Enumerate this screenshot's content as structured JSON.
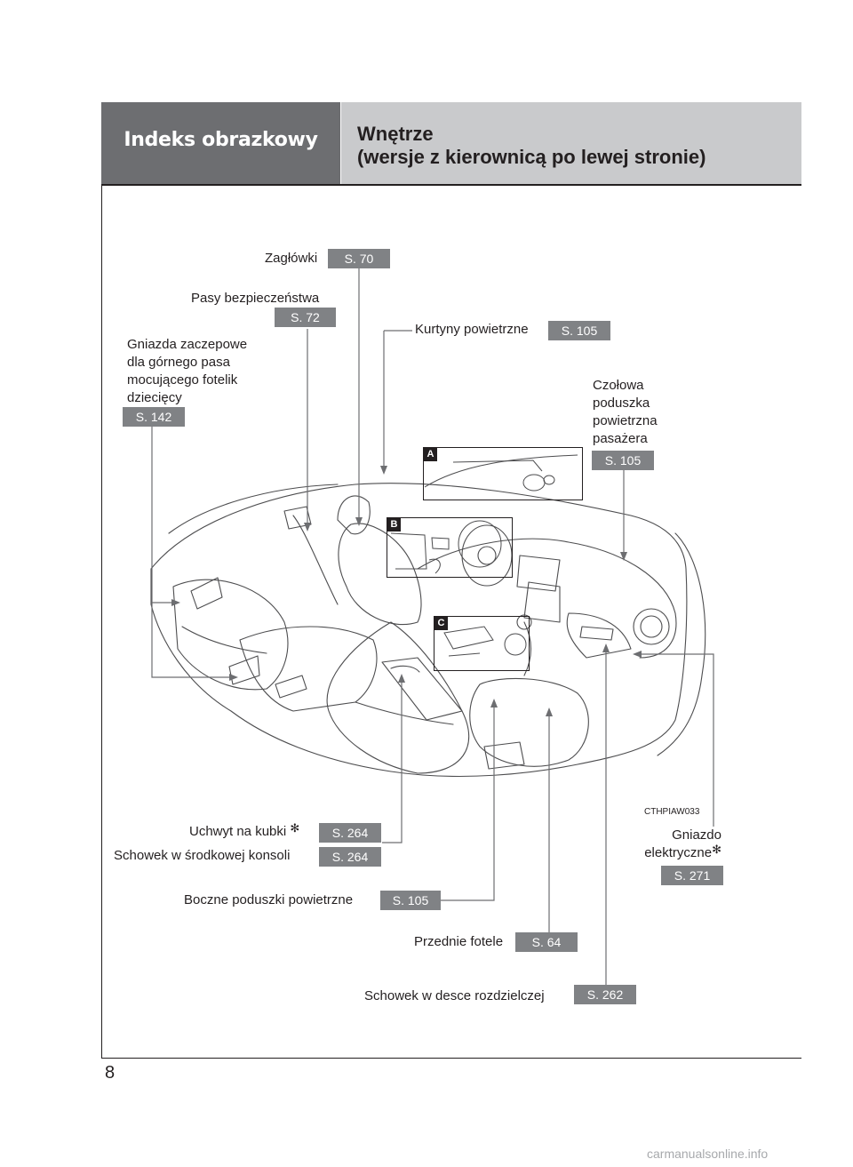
{
  "header": {
    "section": "Indeks obrazkowy",
    "title_line1": "Wnętrze",
    "title_line2": "(wersje z kierownicą po lewej stronie)"
  },
  "callouts": {
    "headrests": {
      "label": "Zagłówki",
      "ref": "S. 70"
    },
    "seatbelts": {
      "label": "Pasy bezpieczeństwa",
      "ref": "S. 72"
    },
    "child_anchors": {
      "line1": "Gniazda zaczepowe",
      "line2": "dla górnego pasa",
      "line3": "mocującego fotelik",
      "line4": "dziecięcy",
      "ref": "S. 142"
    },
    "curtain_airbags": {
      "label": "Kurtyny powietrzne",
      "ref": "S. 105"
    },
    "passenger_airbag": {
      "line1": "Czołowa",
      "line2": "poduszka",
      "line3": "powietrzna",
      "line4": "pasażera",
      "ref": "S. 105"
    },
    "cup_holder": {
      "label": "Uchwyt na kubki",
      "asterisk": "✻",
      "ref": "S. 264"
    },
    "console_box": {
      "label": "Schowek w środkowej konsoli",
      "ref": "S. 264"
    },
    "side_airbags": {
      "label": "Boczne poduszki powietrzne",
      "ref": "S. 105"
    },
    "front_seats": {
      "label": "Przednie fotele",
      "ref": "S. 64"
    },
    "glove_box": {
      "label": "Schowek w desce rozdzielczej",
      "ref": "S. 262"
    },
    "power_outlet": {
      "line1": "Gniazdo",
      "line2": "elektryczne",
      "asterisk": "✻",
      "ref": "S. 271"
    }
  },
  "insets": {
    "a": "A",
    "b": "B",
    "c": "C"
  },
  "illustration_code": "CTHPIAW033",
  "page_number": "8",
  "watermark": "carmanualsonline.info"
}
